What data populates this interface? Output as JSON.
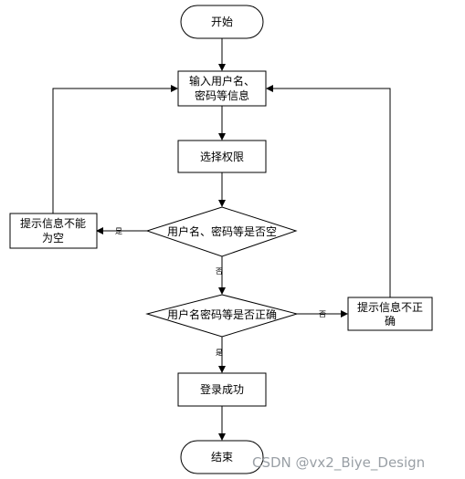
{
  "nodes": {
    "start": "开始",
    "input_line1": "输入用户名、",
    "input_line2": "密码等信息",
    "select_permission": "选择权限",
    "check_empty": "用户名、密码等是否空",
    "hint_empty_line1": "提示信息不能",
    "hint_empty_line2": "为空",
    "check_correct": "用户名密码等是否正确",
    "hint_incorrect_line1": "提示信息不正",
    "hint_incorrect_line2": "确",
    "login_success": "登录成功",
    "end": "结束"
  },
  "edge_labels": {
    "empty_yes": "是",
    "empty_no": "否",
    "correct_no": "否",
    "correct_yes": "是"
  },
  "watermark": "CSDN @vx2_Biye_Design"
}
